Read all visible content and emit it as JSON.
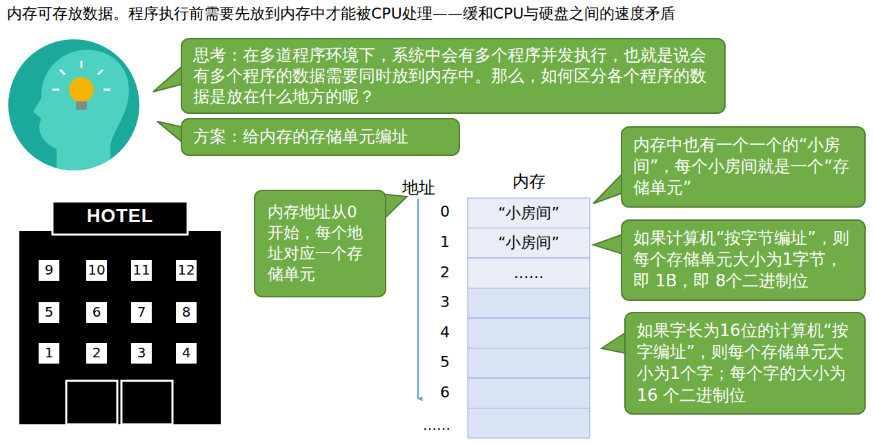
{
  "diagram": {
    "title": "内存可存放数据。程序执行前需要先放到内存中才能被CPU处理——缓和CPU与硬盘之间的速度矛盾",
    "nodes": [
      {
        "text": [
          "思考：在多道程序环境下，系统中会有多个程序并发执行，也就是说会有多个程序的数据需要同时放到内存中。那么，如何区分各个程序的数据是放在什么地方的呢？"
        ]
      },
      {
        "text": [
          "方案：给内存的存储单元编址"
        ]
      },
      {
        "text": [
          "内存地址从0开始，每个地址对应一个存储单元"
        ]
      },
      {
        "text": [
          "内存中也有一个一个的“小房间”，每个小房间就是一个“存储单元”"
        ]
      },
      {
        "text": [
          "如果计算机“按字节编址”，则每个存储单元大小为1字节，即 1B，即 8个二进制位"
        ]
      },
      {
        "text": [
          "如果字长为16位的计算机“按字编址”，则每个存储单元大小为1个字；每个字的大小为 16 个二进制位"
        ]
      },
      {
        "text": [
          "内存"
        ]
      },
      {
        "text": [
          "“小房间”"
        ],
        "in": 6
      },
      {
        "text": [
          "“小房间”"
        ],
        "in": 6
      },
      {
        "text": [
          "……"
        ],
        "in": 6
      }
    ],
    "labels": [
      "地址",
      "0",
      "1",
      "2",
      "3",
      "4",
      "5",
      "6",
      "……",
      "HOTEL",
      "9",
      "10",
      "11",
      "12",
      "5",
      "6",
      "7",
      "8",
      "1",
      "2",
      "3",
      "4"
    ]
  }
}
